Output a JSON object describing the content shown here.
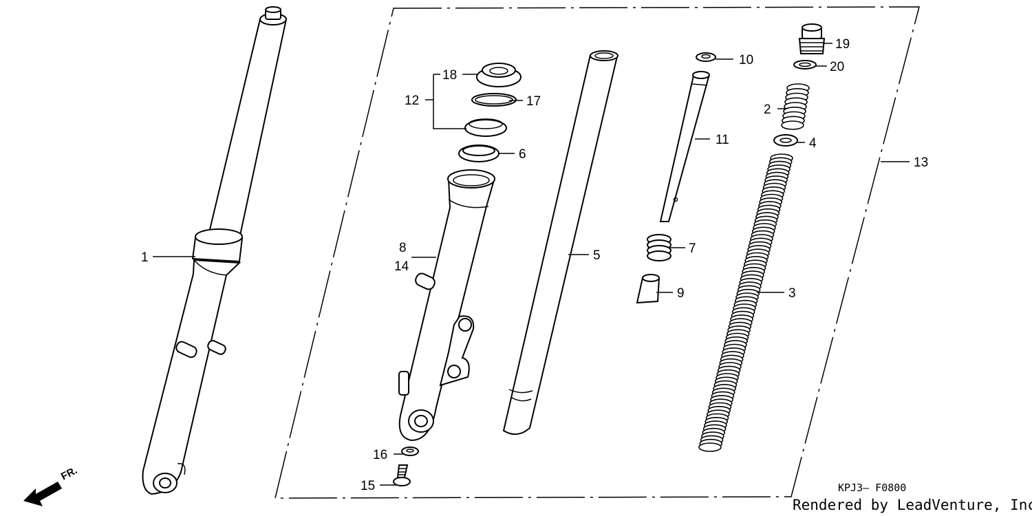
{
  "callouts": [
    {
      "number": "1"
    },
    {
      "number": "2"
    },
    {
      "number": "3"
    },
    {
      "number": "4"
    },
    {
      "number": "5"
    },
    {
      "number": "6"
    },
    {
      "number": "7"
    },
    {
      "number": "8"
    },
    {
      "number": "9"
    },
    {
      "number": "10"
    },
    {
      "number": "11"
    },
    {
      "number": "12"
    },
    {
      "number": "13"
    },
    {
      "number": "14"
    },
    {
      "number": "15"
    },
    {
      "number": "16"
    },
    {
      "number": "17"
    },
    {
      "number": "18"
    },
    {
      "number": "19"
    },
    {
      "number": "20"
    }
  ],
  "diagram_code": "KPJ3— F0800",
  "credit": "Rendered by LeadVenture, Inc.",
  "direction_label": "FR.",
  "icons": {
    "direction": "front-direction-arrow-icon"
  },
  "colors": {
    "ink": "#000000",
    "paper": "#ffffff"
  }
}
